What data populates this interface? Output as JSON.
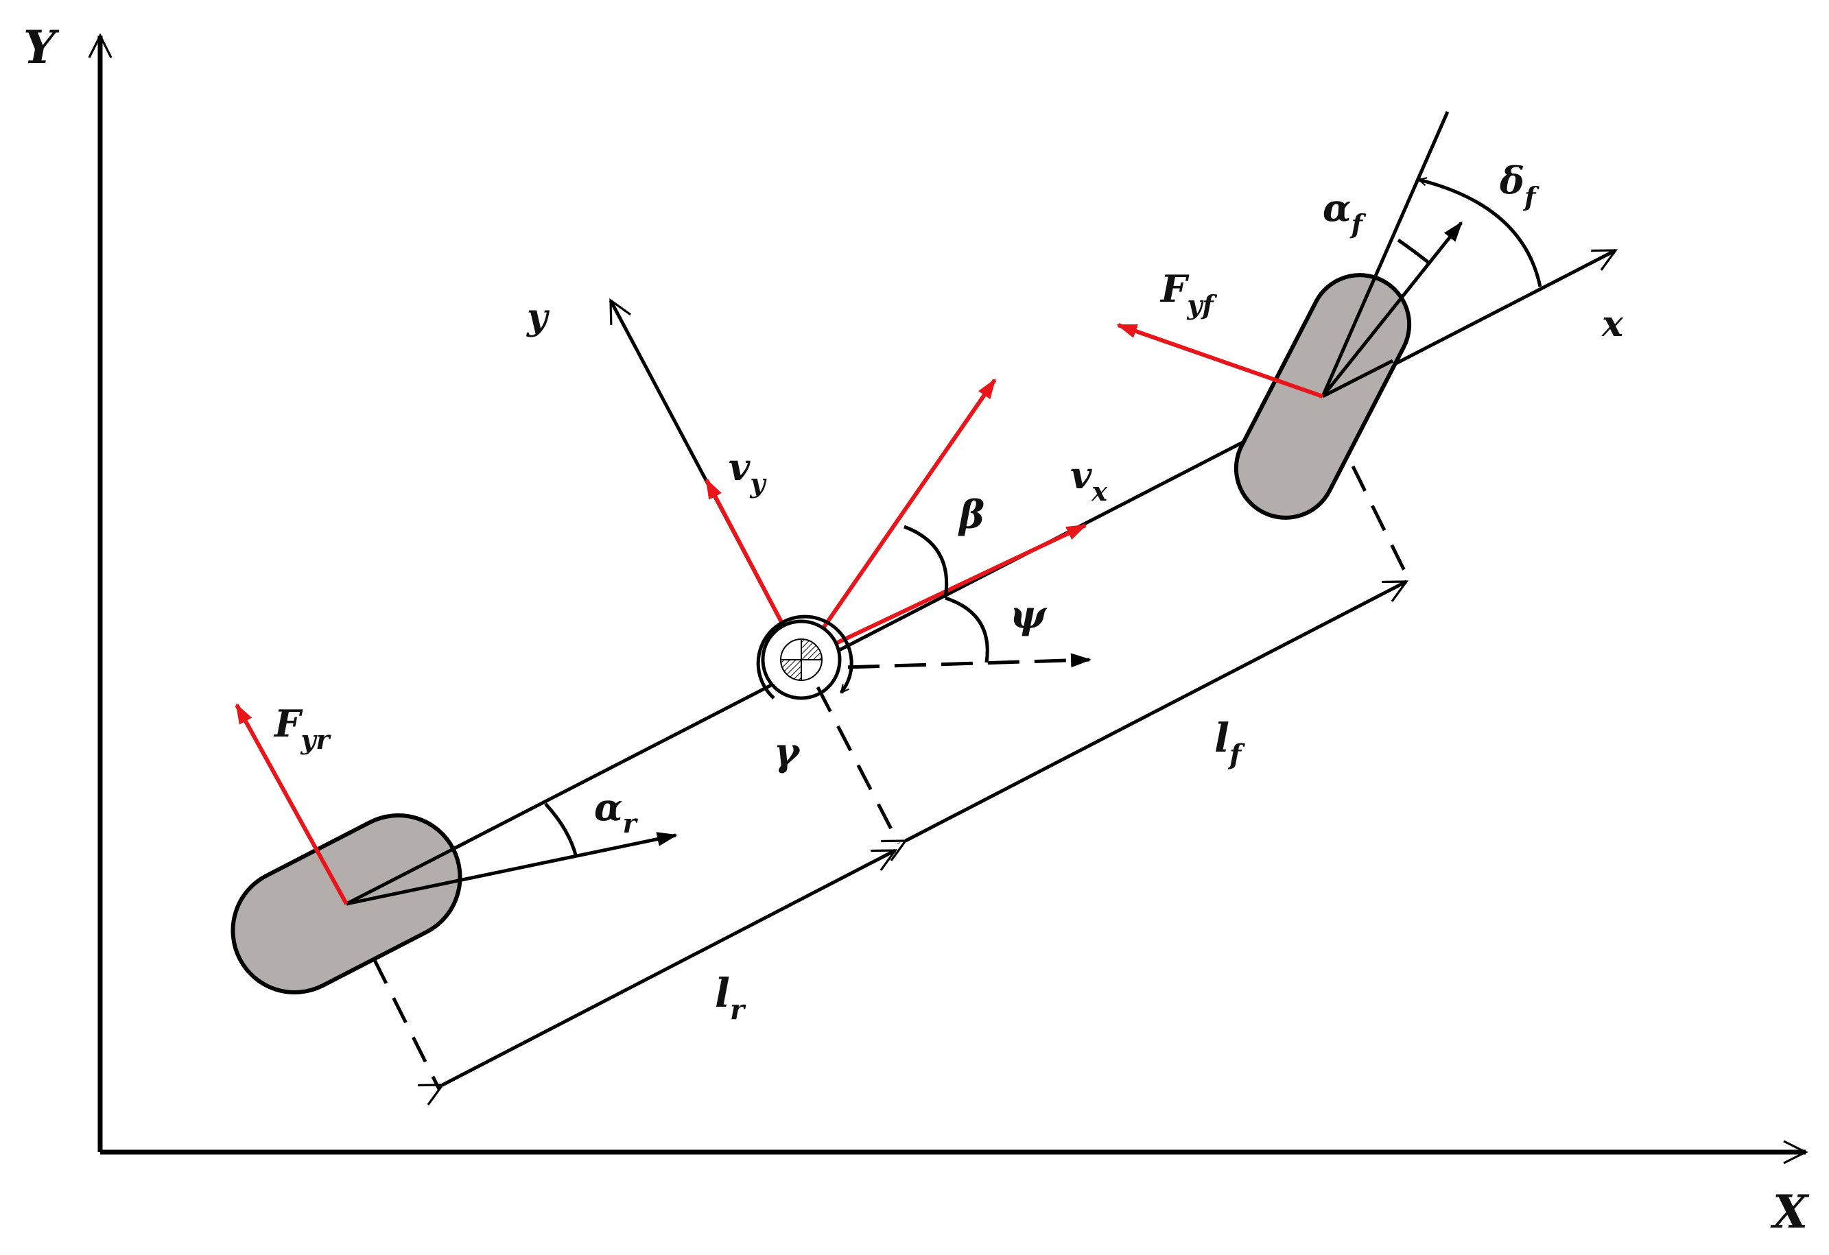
{
  "axes": {
    "X": "X",
    "Y": "Y"
  },
  "body_frame": {
    "x": "x",
    "y": "y"
  },
  "labels": {
    "vx": {
      "main": "v",
      "sub": "x"
    },
    "vy": {
      "main": "v",
      "sub": "y"
    },
    "beta": {
      "main": "β"
    },
    "psi": {
      "main": "ψ"
    },
    "gamma": {
      "main": "γ"
    },
    "lf": {
      "main": "l",
      "sub": "f"
    },
    "lr": {
      "main": "l",
      "sub": "r"
    },
    "alpha_f": {
      "main": "α",
      "sub": "f"
    },
    "alpha_r": {
      "main": "α",
      "sub": "r"
    },
    "delta_f": {
      "main": "δ",
      "sub": "f"
    },
    "Fyf": {
      "main": "F",
      "sub": "yf"
    },
    "Fyr": {
      "main": "F",
      "sub": "yr"
    }
  },
  "colors": {
    "line": "#000000",
    "force": "#e8151b",
    "wheel_fill": "#b3aeab"
  }
}
